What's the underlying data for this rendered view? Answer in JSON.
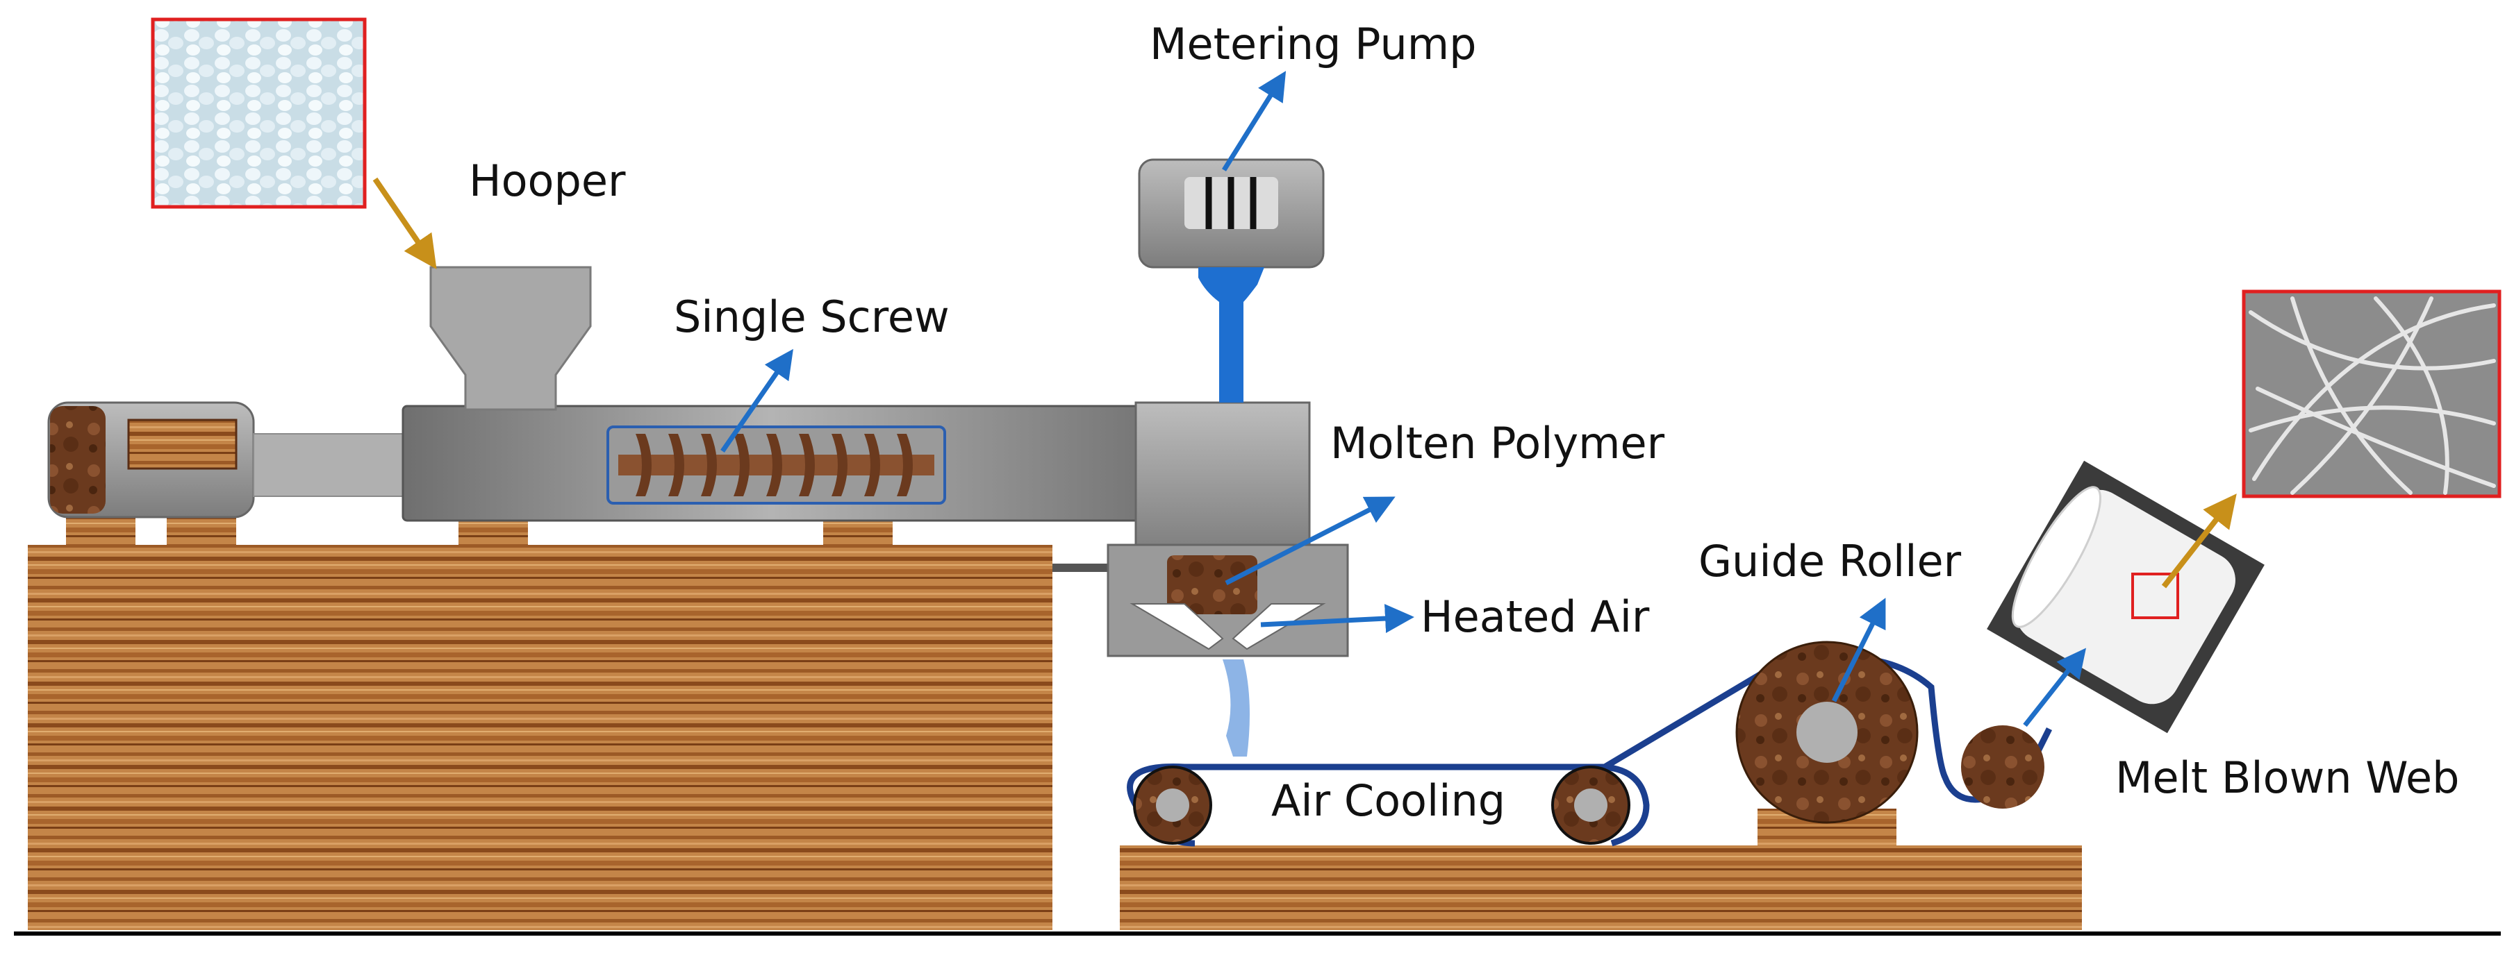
{
  "labels": {
    "metering_pump": "Metering Pump",
    "hopper": "Hooper",
    "single_screw": "Single Screw",
    "molten_polymer": "Molten Polymer",
    "heated_air": "Heated Air",
    "guide_roller": "Guide Roller",
    "air_cooling": "Air Cooling",
    "melt_blown_web": "Melt Blown Web"
  },
  "colors": {
    "arrow_blue": "#1f6fc8",
    "arrow_gold": "#c8901a",
    "polymer_stream": "#1e6fd0",
    "belt": "#1b3f8f",
    "inset_border": "#e02020",
    "wood_light": "#c58a4a",
    "wood_dark": "#7a3f16",
    "roller_brown": "#6b3a1e",
    "machine_gray": "#9a9a9a"
  },
  "icons": {
    "pellet_inset": "polymer-pellets-photo",
    "fiber_inset": "sem-fibers-micrograph",
    "web_roll": "melt-blown-roll-photo"
  }
}
